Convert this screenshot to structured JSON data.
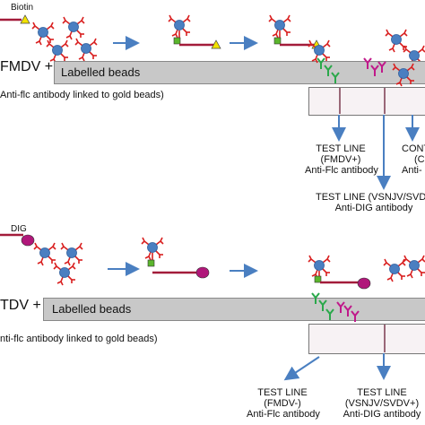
{
  "top": {
    "tag_label": "Biotin",
    "test_prefix": "FMDV +",
    "strip_label": "Labelled beads",
    "beads_note": "Anti-flc antibody linked to gold beads)",
    "test_line_1": [
      "TEST LINE",
      "(FMDV+)",
      "Anti-Flc antibody"
    ],
    "test_line_2": [
      "TEST LINE (VSNJV/SVDV+)",
      "Anti-DIG antibody"
    ],
    "control_partial": [
      "CONTR",
      "(C",
      "Anti-"
    ]
  },
  "bottom": {
    "tag_label": "DIG",
    "test_prefix": "TDV +",
    "strip_label": "Labelled beads",
    "beads_note": "nti-flc antibody linked to gold beads)",
    "test_line_1": [
      "TEST LINE",
      "(FMDV-)",
      "Anti-Flc antibody"
    ],
    "test_line_2": [
      "TEST LINE",
      "(VSNJV/SVDV+)",
      "Anti-DIG antibody"
    ]
  },
  "colors": {
    "strip": "#c8c8c8",
    "arrow": "#4a7fc1",
    "antigen": "#4a7fc1",
    "antibody_red": "#d92020",
    "biotin_tag": "#f2e200",
    "dig_tag": "#b0177a",
    "linker": "#a31c3a",
    "flc_box": "#5bb62c",
    "green_antibody": "#2aa84a",
    "magenta_antibody": "#c0198a",
    "test_band": "#9a6878"
  }
}
